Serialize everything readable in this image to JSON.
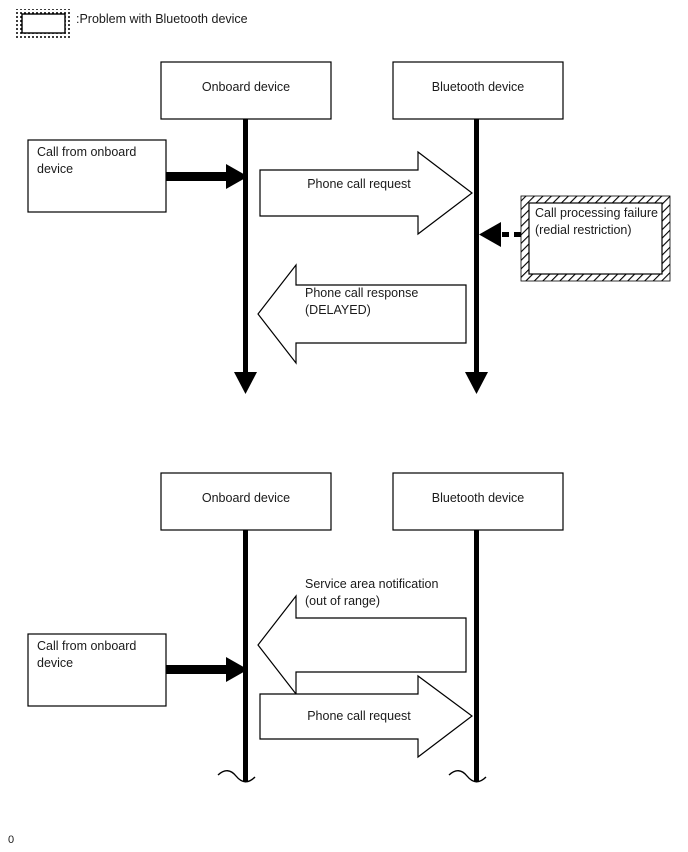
{
  "legend": {
    "swatch_icon": "hatched-box-icon",
    "label": ":Problem with Bluetooth device"
  },
  "diagrams": [
    {
      "id": "sequence-top",
      "lifelines": [
        {
          "name": "onboard",
          "title": "Onboard device",
          "terminator": "arrowhead"
        },
        {
          "name": "bluetooth",
          "title": "Bluetooth device",
          "terminator": "arrowhead"
        }
      ],
      "notes": [
        {
          "name": "call-from-onboard",
          "style": "plain",
          "lines": [
            "Call from onboard",
            "device"
          ]
        },
        {
          "name": "call-processing-failure",
          "style": "hatched",
          "lines": [
            "Call processing failure",
            "(redial restriction)"
          ]
        }
      ],
      "messages": [
        {
          "name": "phone-call-request",
          "direction": "right",
          "align": "center",
          "lines": [
            "Phone call request"
          ]
        },
        {
          "name": "phone-call-response",
          "direction": "left",
          "align": "left",
          "lines": [
            "Phone call response",
            "(DELAYED)"
          ]
        }
      ]
    },
    {
      "id": "sequence-bottom",
      "lifelines": [
        {
          "name": "onboard",
          "title": "Onboard device",
          "terminator": "break-squiggle"
        },
        {
          "name": "bluetooth",
          "title": "Bluetooth device",
          "terminator": "break-squiggle"
        }
      ],
      "notes": [
        {
          "name": "call-from-onboard",
          "style": "plain",
          "lines": [
            "Call from onboard",
            "device"
          ]
        }
      ],
      "messages": [
        {
          "name": "service-area-notification",
          "direction": "left",
          "align": "left",
          "lines": [
            "Service area notification",
            "(out of range)"
          ]
        },
        {
          "name": "phone-call-request",
          "direction": "right",
          "align": "center",
          "lines": [
            "Phone call request"
          ]
        }
      ]
    }
  ],
  "footer": {
    "page_marker": "0"
  },
  "colors": {
    "ink": "#000000",
    "paper": "#ffffff",
    "text": "#1a1a1a"
  }
}
